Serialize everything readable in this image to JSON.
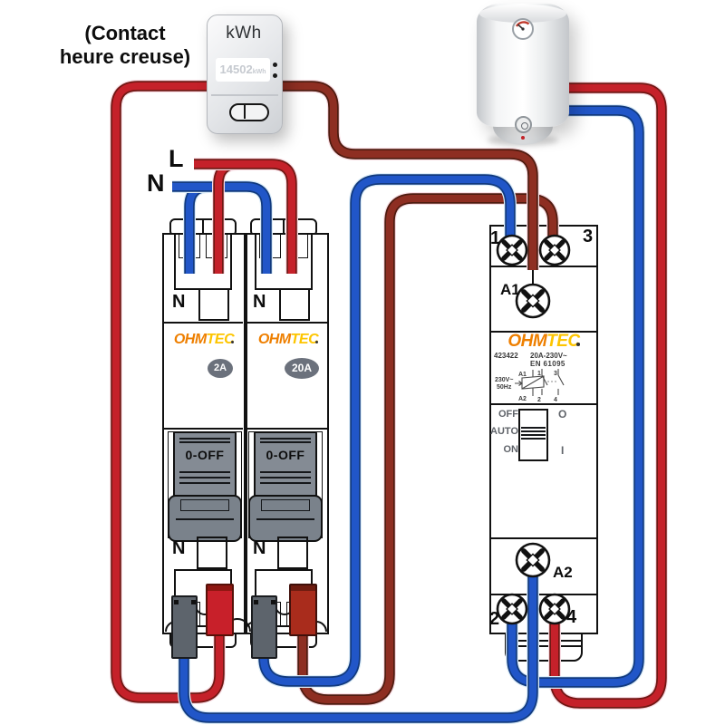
{
  "title": {
    "line1": "(Contact",
    "line2": "heure creuse)"
  },
  "meter": {
    "name": "kWh",
    "display_value": "14502",
    "display_unit": "kWh"
  },
  "bus": {
    "phase": "L",
    "neutral": "N"
  },
  "brand": {
    "part1": "OHM",
    "part2": "TEC"
  },
  "breaker_2a": {
    "rating": "2A",
    "neutral_top": "N",
    "neutral_bottom": "N",
    "switch_label": "0-OFF"
  },
  "breaker_20a": {
    "rating": "20A",
    "neutral_top": "N",
    "neutral_bottom": "N",
    "switch_label": "0-OFF"
  },
  "contactor": {
    "ref": "423422",
    "rating": "20A-230V~",
    "standard": "EN 61095",
    "terminal_1": "1",
    "terminal_3": "3",
    "terminal_2": "2",
    "terminal_4": "4",
    "coil_in": "A1",
    "coil_out": "A2",
    "schematic": {
      "voltage": "230V~",
      "frequency": "50Hz",
      "a1": "A1",
      "a2": "A2",
      "p1": "1",
      "p2": "2",
      "p3": "3",
      "p4": "4"
    },
    "selector": {
      "off": "OFF",
      "auto": "AUTO",
      "on": "ON",
      "open": "O",
      "closed": "I"
    }
  },
  "colors": {
    "wire_phase": "#c5212a",
    "wire_phase_dark": "#8e2e22",
    "wire_neutral": "#2156c8",
    "logo_orange": "#ee7f00",
    "logo_yellow": "#fdc500"
  }
}
